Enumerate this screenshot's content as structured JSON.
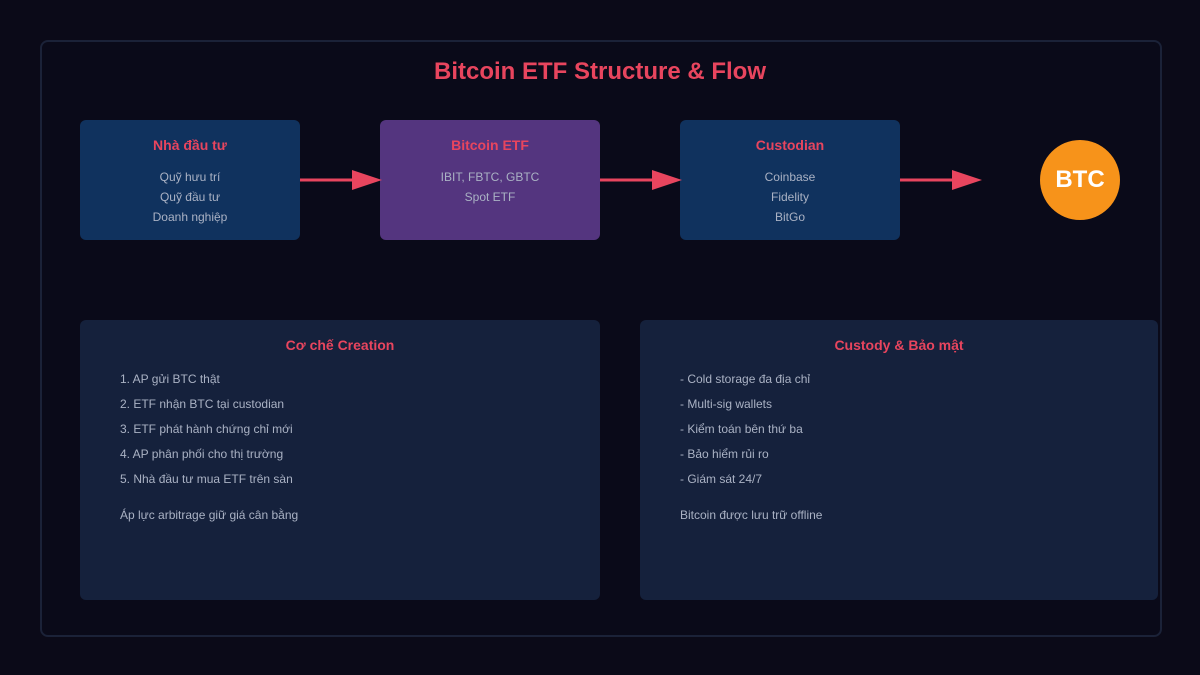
{
  "title": "Bitcoin ETF Structure & Flow",
  "flow": {
    "investor": {
      "title": "Nhà đầu tư",
      "lines": [
        "Quỹ hưu trí",
        "Quỹ đầu tư",
        "Doanh nghiệp"
      ]
    },
    "etf": {
      "title": "Bitcoin ETF",
      "lines": [
        "IBIT, FBTC, GBTC",
        "Spot ETF"
      ]
    },
    "custodian": {
      "title": "Custodian",
      "lines": [
        "Coinbase",
        "Fidelity",
        "BitGo"
      ]
    },
    "btc": {
      "label": "BTC"
    }
  },
  "colors": {
    "accent": "#e8455e",
    "arrow": "#e8455e",
    "btc": "#f7931a",
    "investor_box": "#10325e",
    "etf_box": "#54357f",
    "panel": "#15213c"
  },
  "creation": {
    "title": "Cơ chế Creation",
    "steps": [
      "1. AP gửi BTC thật",
      "2. ETF nhận BTC tại custodian",
      "3. ETF phát hành chứng chỉ mới",
      "4. AP phân phối cho thị trường",
      "5. Nhà đầu tư mua ETF trên sàn"
    ],
    "note": "Áp lực arbitrage giữ giá cân bằng"
  },
  "custody": {
    "title": "Custody & Bảo mật",
    "items": [
      "- Cold storage đa địa chỉ",
      "- Multi-sig wallets",
      "- Kiểm toán bên thứ ba",
      "- Bảo hiểm rủi ro",
      "- Giám sát 24/7"
    ],
    "note": "Bitcoin được lưu trữ offline"
  }
}
